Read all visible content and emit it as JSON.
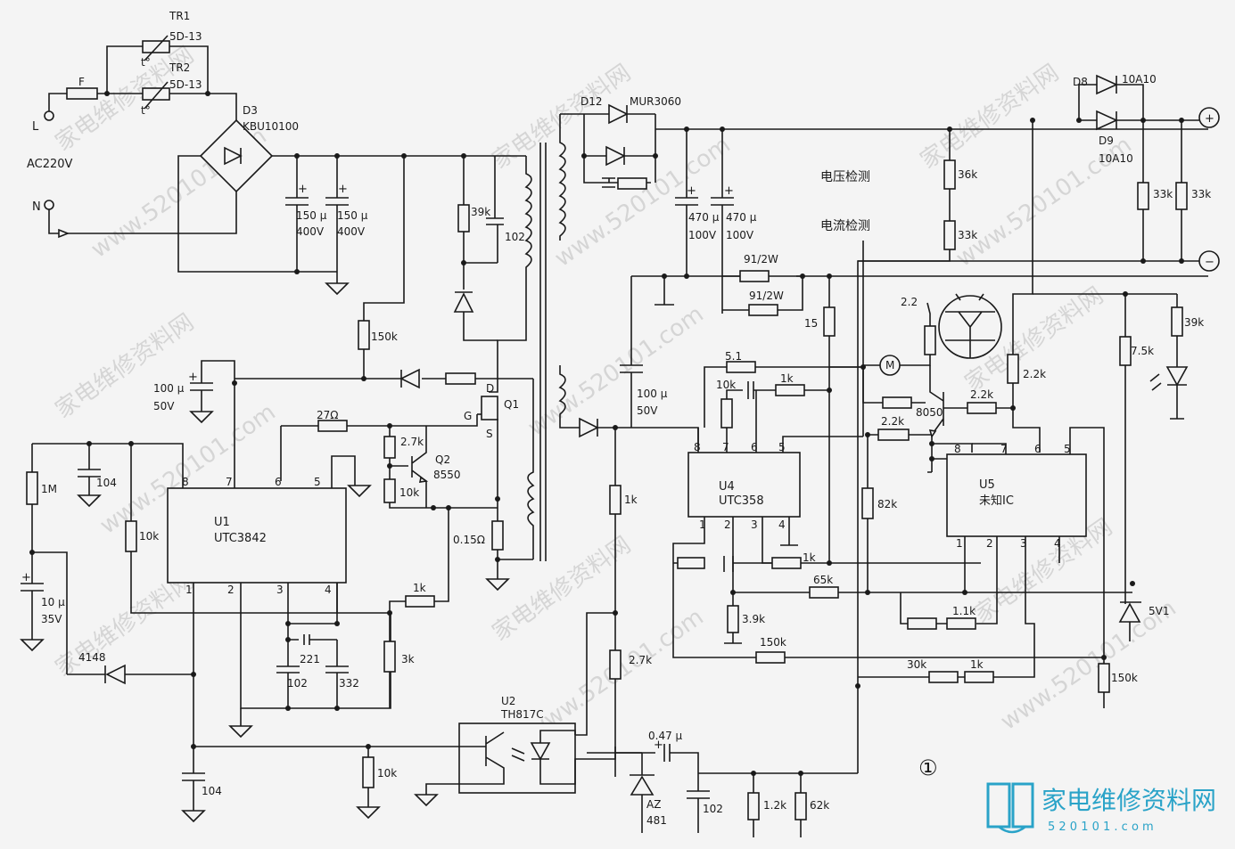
{
  "diagram": {
    "terminals": {
      "line": "L",
      "neutral": "N",
      "ac_input": "AC220V",
      "out_pos": "+",
      "out_neg": "−"
    },
    "fuse": "F",
    "thermistors": [
      {
        "ref": "TR1",
        "value": "5D-13",
        "sym": "t°"
      },
      {
        "ref": "TR2",
        "value": "5D-13",
        "sym": "t°"
      }
    ],
    "bridge": {
      "ref": "D3",
      "value": "KBU10100"
    },
    "input_caps": [
      {
        "value": "150 μ",
        "voltage": "400V"
      },
      {
        "value": "150 μ",
        "voltage": "400V"
      }
    ],
    "primary": {
      "r_39k": "39k",
      "c_102": "102",
      "r_150k": "150k",
      "c_100u": "100 μ",
      "c_100u_v": "50V",
      "q1": "Q1",
      "pin_d": "D",
      "pin_g": "G",
      "pin_s": "S",
      "r_27": "27Ω",
      "r_2k7": "2.7k",
      "q2": "Q2",
      "q2_type": "8550",
      "r_10k_q2": "10k",
      "r_sense": "0.15Ω",
      "r_1m": "1M",
      "c_104_top": "104",
      "r_10k_left": "10k",
      "c_10u": "10 μ",
      "c_10u_v": "35V",
      "d_4148": "4148",
      "r_1k": "1k",
      "r_3k": "3k",
      "c_221": "221",
      "c_102_b": "102",
      "c_332": "332",
      "c_104_bot": "104",
      "r_10k_bot": "10k"
    },
    "u1": {
      "ref": "U1",
      "part": "UTC3842",
      "pins": [
        "8",
        "7",
        "6",
        "5",
        "1",
        "2",
        "3",
        "4"
      ]
    },
    "secondary": {
      "d12": "D12",
      "d12_part": "MUR3060",
      "caps_470": [
        {
          "value": "470 μ",
          "voltage": "100V"
        },
        {
          "value": "470 μ",
          "voltage": "100V"
        }
      ],
      "voltage_detect": "电压检测",
      "current_detect": "电流检测",
      "r_91_a": "91/2W",
      "r_91_b": "91/2W",
      "r_36k": "36k",
      "r_33k": "33k",
      "c_100u": "100 μ",
      "c_100u_v": "50V",
      "r_1k_fb": "1k",
      "r_2k7_fb": "2.7k",
      "r_15": "15",
      "r_5_1": "5.1",
      "c_10k": "10k",
      "r_1k_u4": "1k",
      "r_2k2_a": "2.2k",
      "r_2k2_b": "2.2k",
      "r_2k2_c": "2.2k",
      "r_2_2": "2.2",
      "q_8050": "8050",
      "motor": "M",
      "r_82k": "82k",
      "r_1k_4": "1k",
      "r_65k": "65k",
      "r_3k9": "3.9k",
      "r_1k1": "1.1k",
      "r_150k_s": "150k",
      "r_30k": "30k",
      "r_1k_s": "1k",
      "r_150k_r": "150k",
      "c_047": "0.47 μ",
      "az": "AZ",
      "az_part": "481",
      "c_102_s": "102",
      "r_1k2": "1.2k",
      "r_62k": "62k",
      "zener_5v1": "5V1",
      "r_7k5": "7.5k",
      "r_39k_led": "39k",
      "d8": "D8",
      "d8_part": "10A10",
      "d9": "D9",
      "d9_part": "10A10",
      "r_33k_a": "33k",
      "r_33k_b": "33k"
    },
    "u2": {
      "ref": "U2",
      "part": "TH817C"
    },
    "u4": {
      "ref": "U4",
      "part": "UTC358",
      "pins": [
        "8",
        "7",
        "6",
        "5",
        "1",
        "2",
        "3",
        "4"
      ]
    },
    "u5": {
      "ref": "U5",
      "part": "未知IC",
      "pins": [
        "8",
        "7",
        "6",
        "5",
        "1",
        "2",
        "3",
        "4"
      ]
    },
    "figure_number": "①",
    "watermarks": [
      "家电维修资料网",
      "www.520101.com"
    ],
    "brand_logo": {
      "name": "家电维修资料网",
      "url": "5 2 0 1 0 1 . c o m"
    }
  },
  "colors": {
    "ink": "#1a1a1a",
    "paper": "#f4f4f4",
    "logo": "#2aa3c8",
    "watermark": "#bdbdbd"
  }
}
